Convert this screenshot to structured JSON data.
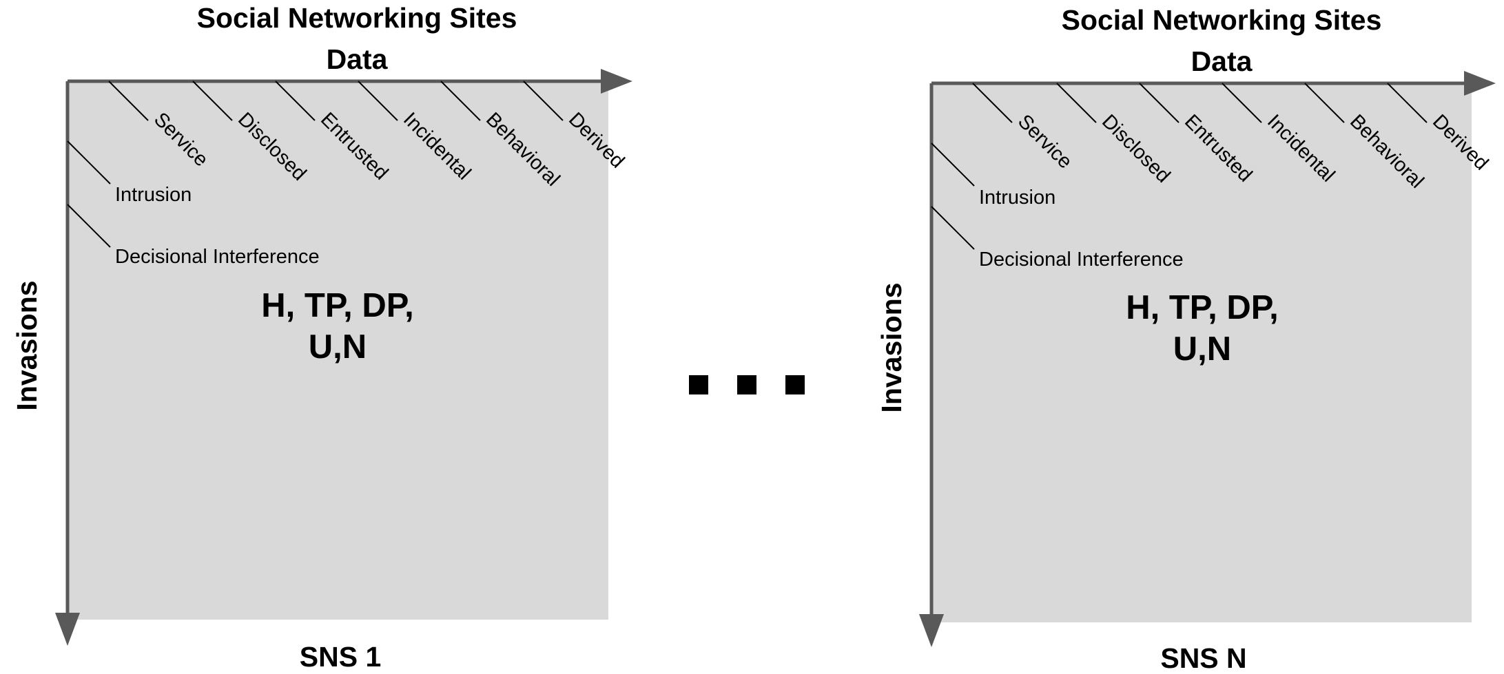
{
  "colors": {
    "area": "#d9d9d9",
    "axis": "#595959",
    "text": "#000000"
  },
  "panels": [
    {
      "id": "left",
      "title_line1": "Social Networking Sites",
      "title_line2": "Data",
      "y_axis_label": "Invasions",
      "data_types": [
        "Service",
        "Disclosed",
        "Entrusted",
        "Incidental",
        "Behavioral",
        "Derived"
      ],
      "invasion_types": [
        "Intrusion",
        "Decisional Interference"
      ],
      "center_line1": "H, TP, DP,",
      "center_line2": "U,N",
      "footer": "SNS 1"
    },
    {
      "id": "right",
      "title_line1": "Social Networking Sites",
      "title_line2": "Data",
      "y_axis_label": "Invasions",
      "data_types": [
        "Service",
        "Disclosed",
        "Entrusted",
        "Incidental",
        "Behavioral",
        "Derived"
      ],
      "invasion_types": [
        "Intrusion",
        "Decisional Interference"
      ],
      "center_line1": "H, TP, DP,",
      "center_line2": "U,N",
      "footer": "SNS N"
    }
  ],
  "ellipsis_count": 3
}
